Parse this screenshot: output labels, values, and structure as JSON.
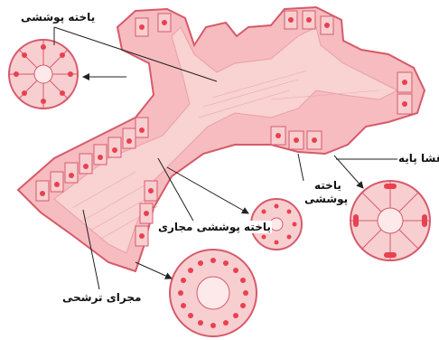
{
  "labels": {
    "epithelial_cell_top": "یاخته پوششی",
    "basement_membrane": "غشا پایه",
    "epithelial_cell_mid_line1": "یاخته",
    "epithelial_cell_mid_line2": "پوششی",
    "ductal_epithelial_cell": "یاخته پوششی مجاری",
    "secretory_duct": "مجرای ترشحی"
  },
  "colors": {
    "tissue_fill": "#f6bcc0",
    "cell_fill": "#f8cfd1",
    "cell_border": "#d65a6a",
    "nucleus": "#e8414f",
    "lumen": "#fde9ea",
    "leader_line": "#222222"
  }
}
